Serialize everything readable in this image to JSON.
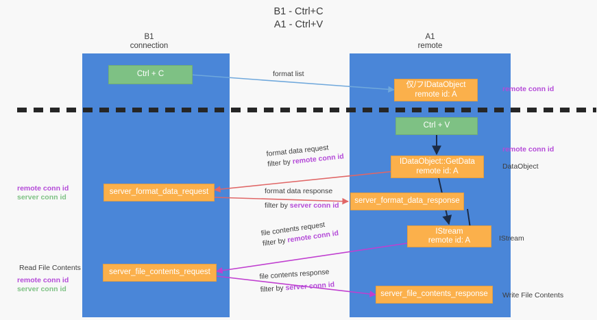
{
  "diagram": {
    "title": "B1 - Ctrl+C\nA1 - Ctrl+V",
    "lanes": [
      {
        "id": "b1",
        "title": "B1\nconnection"
      },
      {
        "id": "a1",
        "title": "A1\nremote"
      }
    ],
    "nodes": [
      {
        "id": "ctrl-c",
        "label": "Ctrl + C",
        "sub": ""
      },
      {
        "id": "idataobject",
        "label": "仅/フIDataObject",
        "sub": "remote id: A"
      },
      {
        "id": "ctrl-v",
        "label": "Ctrl + V",
        "sub": ""
      },
      {
        "id": "idataobject-getdata",
        "label": "IDataObject::GetData",
        "sub": "remote id: A"
      },
      {
        "id": "server-format-data-request",
        "label": "server_format_data_request",
        "sub": ""
      },
      {
        "id": "server-format-data-response",
        "label": "server_format_data_response",
        "sub": ""
      },
      {
        "id": "istream",
        "label": "IStream",
        "sub": "remote id: A"
      },
      {
        "id": "server-file-contents-request",
        "label": "server_file_contents_request",
        "sub": ""
      },
      {
        "id": "server-file-contents-response",
        "label": "server_file_contents_response",
        "sub": ""
      }
    ],
    "edge_labels": [
      {
        "id": "format-list",
        "line1": "format list",
        "line2": "",
        "line2_hl": ""
      },
      {
        "id": "format-data-request",
        "line1": "format data request",
        "line2": "filter by ",
        "line2_hl": "remote conn id"
      },
      {
        "id": "format-data-response",
        "line1": "format data response",
        "line2": "filter by ",
        "line2_hl": "server conn id"
      },
      {
        "id": "file-contents-request",
        "line1": "file contents request",
        "line2": "filter by ",
        "line2_hl": "remote conn id"
      },
      {
        "id": "file-contents-response",
        "line1": "file contents response",
        "line2": "filter by ",
        "line2_hl": "server conn id"
      }
    ],
    "side_notes": {
      "right": [
        {
          "id": "right-remote-conn-id-top",
          "text": "remote conn id",
          "color": "purple"
        },
        {
          "id": "right-remote-conn-id-mid",
          "text": "remote conn id",
          "color": "purple"
        },
        {
          "id": "right-dataobject",
          "text": "DataObject",
          "color": "plain"
        },
        {
          "id": "right-istream",
          "text": "IStream",
          "color": "plain"
        },
        {
          "id": "right-write-file-contents",
          "text": "Write File Contents",
          "color": "plain"
        }
      ],
      "left": [
        {
          "id": "left-remote-conn-id-mid",
          "text": "remote conn id",
          "color": "purple"
        },
        {
          "id": "left-server-conn-id-mid",
          "text": "server conn id",
          "color": "green"
        },
        {
          "id": "left-read-file-contents",
          "text": "Read File Contents",
          "color": "plain"
        },
        {
          "id": "left-remote-conn-id-bot",
          "text": "remote conn id",
          "color": "purple"
        },
        {
          "id": "left-server-conn-id-bot",
          "text": "server conn id",
          "color": "green"
        }
      ]
    },
    "colors": {
      "lane": "#4a86d8",
      "green_node": "#7ec184",
      "orange_node": "#fbb04b",
      "blue_arrow": "#6fa8dc",
      "red_arrow": "#e06666",
      "magenta_arrow": "#c03fd0",
      "dark_arrow": "#1c2b45",
      "purple_text": "#b44bd8",
      "green_text": "#7ec184",
      "divider": "#262626"
    }
  }
}
